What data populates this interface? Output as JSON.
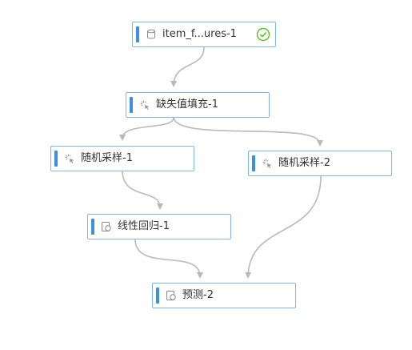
{
  "colors": {
    "node_border": "#7eb6e9",
    "node_bar": "#3d8fe0",
    "edge": "#b8b8c0",
    "status_success": "#52c41a",
    "text": "#333333"
  },
  "nodes": [
    {
      "id": "n1",
      "label": "item_f...ures-1",
      "icon": "database-icon",
      "status": "success-check-icon"
    },
    {
      "id": "n2",
      "label": "缺失值填充-1",
      "icon": "cursor-click-icon"
    },
    {
      "id": "n3",
      "label": "随机采样-1",
      "icon": "cursor-click-icon"
    },
    {
      "id": "n4",
      "label": "随机采样-2",
      "icon": "cursor-click-icon"
    },
    {
      "id": "n5",
      "label": "线性回归-1",
      "icon": "model-icon"
    },
    {
      "id": "n6",
      "label": "预测-2",
      "icon": "model-icon"
    }
  ],
  "edges": [
    {
      "from": "n1",
      "to": "n2"
    },
    {
      "from": "n2",
      "to": "n3"
    },
    {
      "from": "n2",
      "to": "n4"
    },
    {
      "from": "n3",
      "to": "n5"
    },
    {
      "from": "n5",
      "to": "n6"
    },
    {
      "from": "n4",
      "to": "n6"
    }
  ]
}
